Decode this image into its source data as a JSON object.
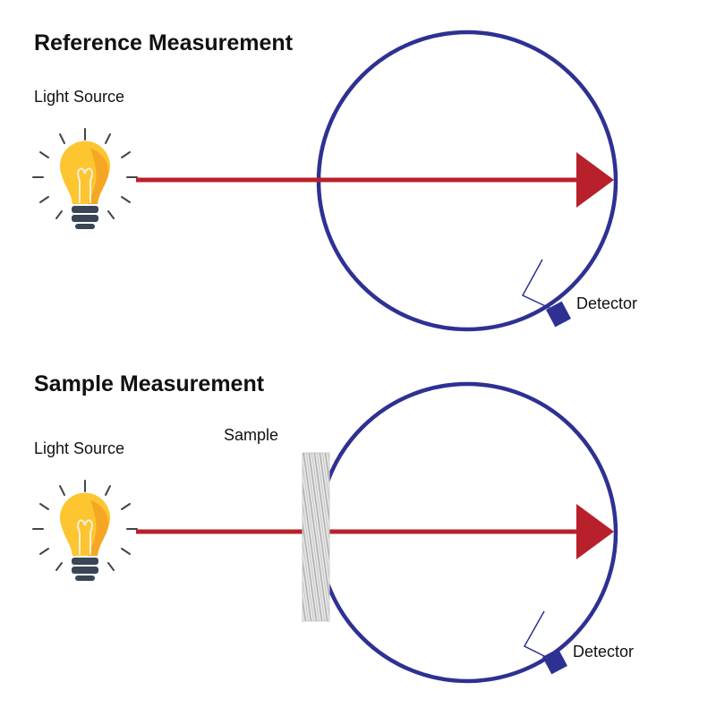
{
  "colors": {
    "background": "#ffffff",
    "sphere": "#2e3192",
    "beam": "#b8202c",
    "bulb_glass": "#fdc52f",
    "bulb_shade": "#f5a623",
    "bulb_base": "#3a4655",
    "rays": "#444444",
    "sample": "#b8b8b8",
    "detector": "#2e3192",
    "text": "#111111"
  },
  "icons": {
    "light_source": "light-bulb-icon",
    "detector": "detector-icon",
    "sample": "sample-slab"
  },
  "reference": {
    "title": "Reference Measurement",
    "light_source_label": "Light Source",
    "detector_label": "Detector"
  },
  "sample_measurement": {
    "title": "Sample Measurement",
    "light_source_label": "Light Source",
    "sample_label": "Sample",
    "detector_label": "Detector"
  }
}
